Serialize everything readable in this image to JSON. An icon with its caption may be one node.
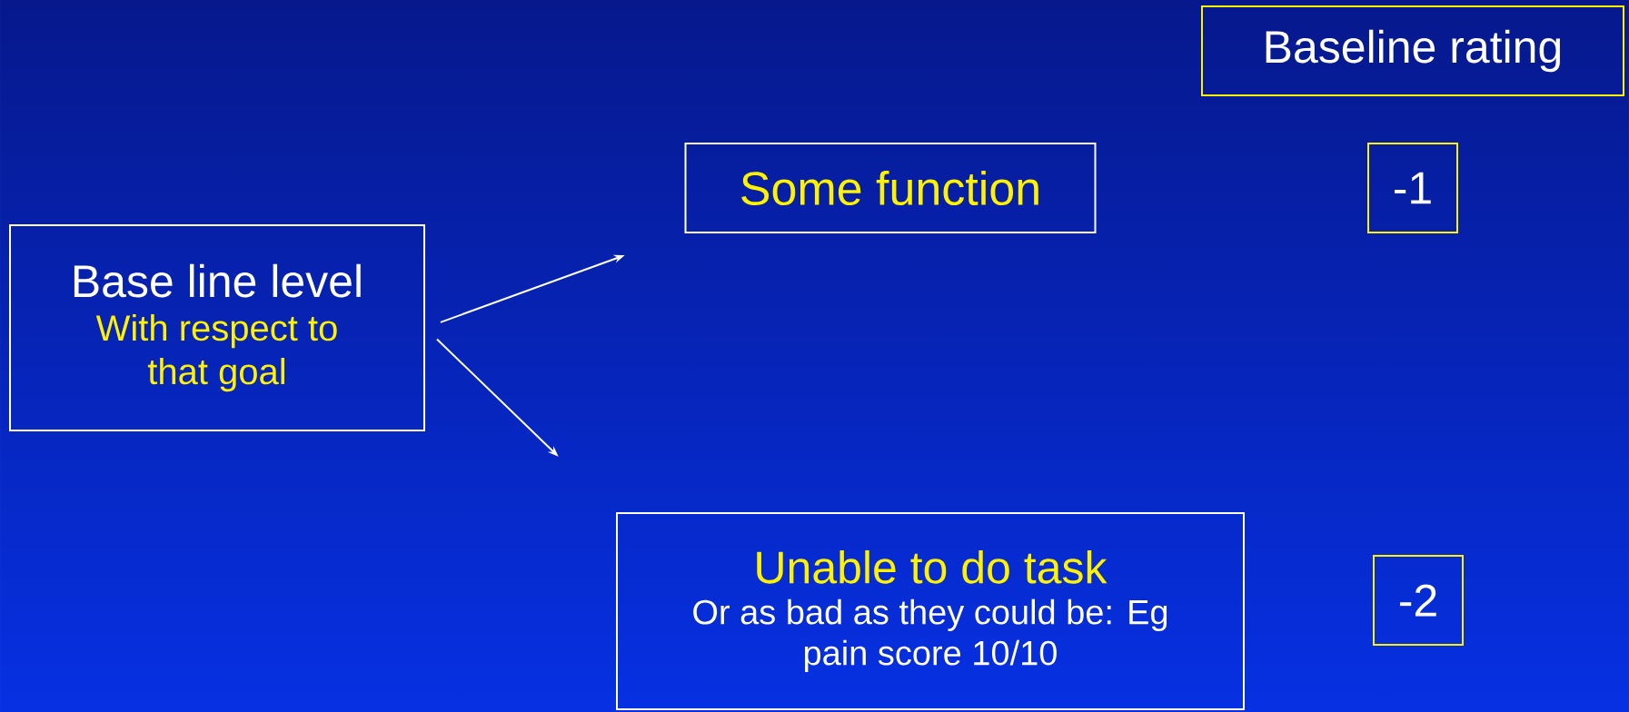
{
  "diagram": {
    "nodes": [
      {
        "text": [
          "Base line level",
          "With respect to that goal"
        ]
      },
      {
        "text": [
          "Some function"
        ]
      },
      {
        "text": [
          "Unable to do task",
          "Or as bad as they could be: Eg pain score 10/10"
        ]
      },
      {
        "text": [
          "Baseline rating"
        ]
      },
      {
        "text": [
          "-1"
        ]
      },
      {
        "text": [
          "-2"
        ]
      }
    ],
    "edges": [
      {
        "from": 0,
        "to": 1,
        "arrow": "to"
      },
      {
        "from": 0,
        "to": 2,
        "arrow": "to"
      }
    ]
  }
}
